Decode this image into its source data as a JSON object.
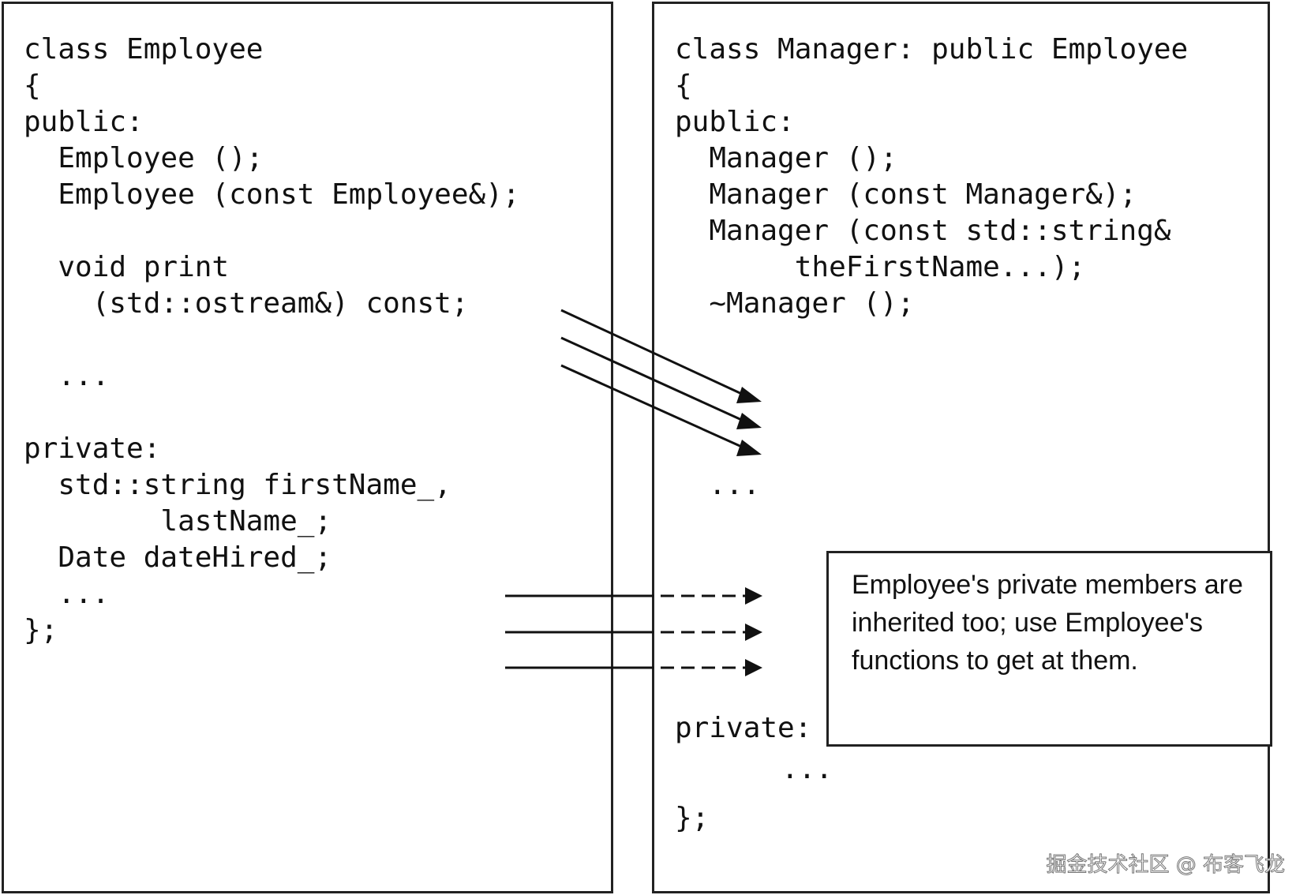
{
  "left_panel": {
    "lines": [
      "class Employee",
      "{",
      "public:",
      "  Employee ();",
      "  Employee (const Employee&);",
      "",
      "  void print",
      "    (std::ostream&) const;",
      "",
      "  ...",
      "",
      "private:",
      "  std::string firstName_,",
      "        lastName_;",
      "  Date dateHired_;",
      "  ...",
      "};"
    ]
  },
  "right_panel": {
    "lines_top": [
      "class Manager: public Employee",
      "{",
      "public:",
      "  Manager ();",
      "  Manager (const Manager&);",
      "  Manager (const std::string&",
      "       theFirstName...);",
      "  ~Manager ();"
    ],
    "ellipsis_public": "...",
    "private_label": "private:",
    "ellipsis_private": "...",
    "closing": "};"
  },
  "callout": {
    "text": "Employee's private members are inherited too; use Employee's functions to get at them."
  },
  "watermark": "掘金技术社区 @ 布客飞龙",
  "colors": {
    "ink": "#111111",
    "border": "#222222",
    "background": "#ffffff"
  }
}
